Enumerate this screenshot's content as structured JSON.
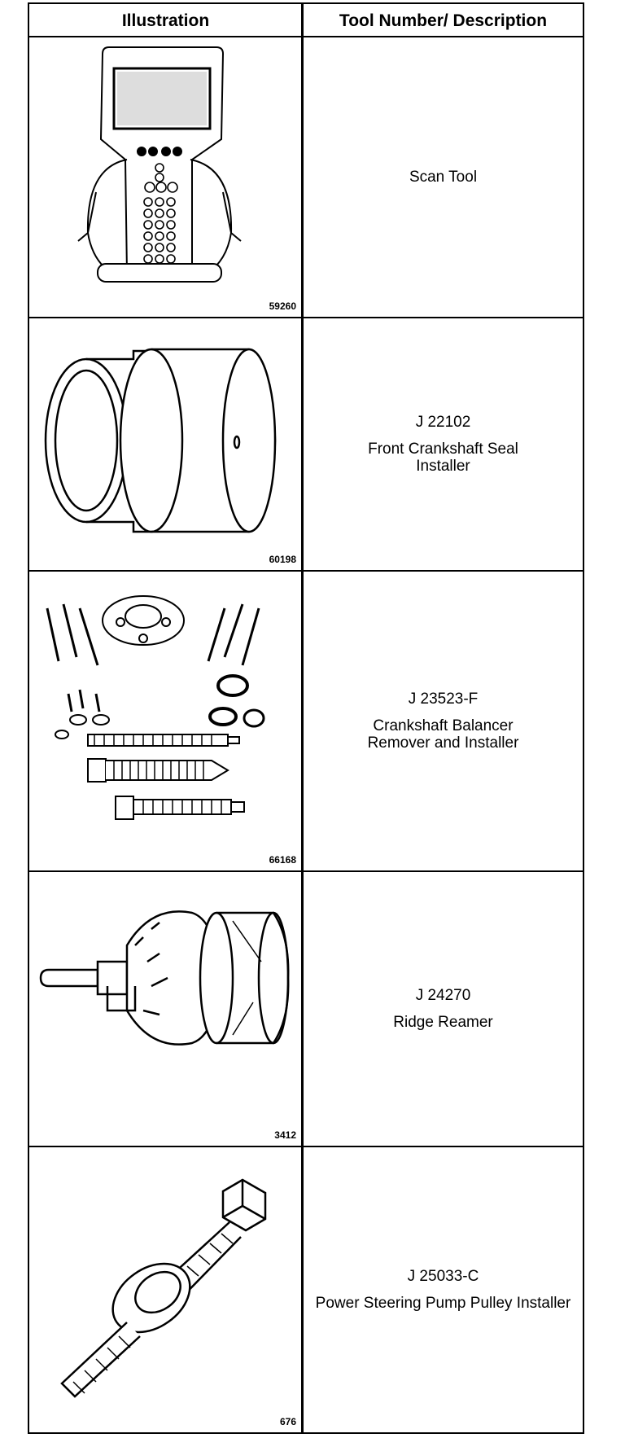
{
  "table": {
    "header": {
      "illustration": "Illustration",
      "tool": "Tool Number/ Description"
    },
    "rows": [
      {
        "tool_number": "",
        "description": "Scan Tool",
        "figure_id": "59260",
        "icon": "scan-tool-icon"
      },
      {
        "tool_number": "J 22102",
        "description": "Front Crankshaft Seal Installer",
        "figure_id": "60198",
        "icon": "seal-installer-icon"
      },
      {
        "tool_number": "J 23523-F",
        "description": "Crankshaft Balancer Remover and Installer",
        "figure_id": "66168",
        "icon": "balancer-tool-kit-icon"
      },
      {
        "tool_number": "J 24270",
        "description": "Ridge Reamer",
        "figure_id": "3412",
        "icon": "ridge-reamer-icon"
      },
      {
        "tool_number": "J 25033-C",
        "description": "Power Steering Pump Pulley Installer",
        "figure_id": "676",
        "icon": "pulley-installer-icon"
      }
    ]
  }
}
